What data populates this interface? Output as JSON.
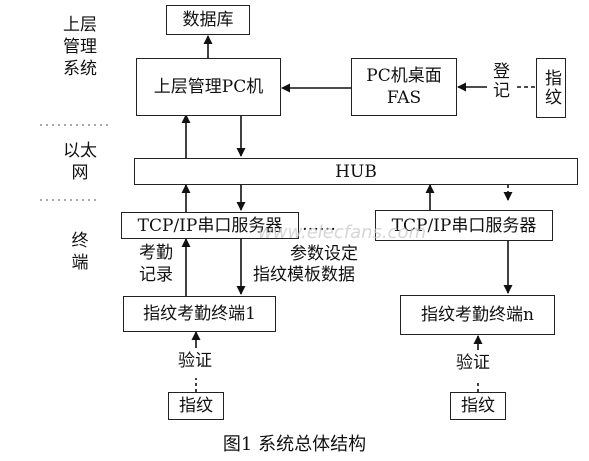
{
  "layers": {
    "upper": [
      "上层",
      "管理",
      "系统"
    ],
    "ethernet": [
      "以太",
      "网"
    ],
    "terminal": [
      "终",
      "端"
    ]
  },
  "nodes": {
    "database": "数据库",
    "upper_pc": "上层管理PC机",
    "pc_desktop": "PC机桌面FAS",
    "fingerprint_top": "指纹",
    "hub": "HUB",
    "serial_server_1": "TCP/IP串口服务器",
    "serial_server_n": "TCP/IP串口服务器",
    "terminal_1": "指纹考勤终端1",
    "terminal_n": "指纹考勤终端n",
    "fingerprint_1": "指纹",
    "fingerprint_n": "指纹"
  },
  "edge_labels": {
    "register": "登记",
    "attendance_record": "考勤记录",
    "param_setting": "参数设定",
    "template_data": "指纹模板数据",
    "verify_1": "验证",
    "verify_n": "验证",
    "ellipsis": "……"
  },
  "caption": "图1 系统总体结构",
  "watermark": "www.elecfans.com"
}
